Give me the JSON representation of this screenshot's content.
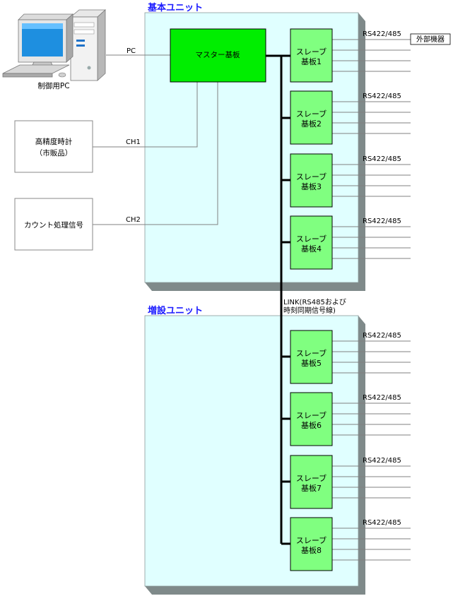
{
  "base_unit": {
    "title": "基本ユニット"
  },
  "ext_unit": {
    "title": "増設ユニット"
  },
  "pc": {
    "label": "制御用PC"
  },
  "clock": {
    "line1": "高精度時計",
    "line2": "（市販品）"
  },
  "counter": {
    "label": "カウント処理信号"
  },
  "master": {
    "label": "マスター基板"
  },
  "links": {
    "pc": "PC",
    "ch1": "CH1",
    "ch2": "CH2"
  },
  "link_bus": {
    "line1": "LINK(RS485および",
    "line2": "時刻同期信号線)"
  },
  "external": {
    "label": "外部機器"
  },
  "slaves": [
    {
      "line1": "スレーブ",
      "line2": "基板1",
      "port": "RS422/485"
    },
    {
      "line1": "スレーブ",
      "line2": "基板2",
      "port": "RS422/485"
    },
    {
      "line1": "スレーブ",
      "line2": "基板3",
      "port": "RS422/485"
    },
    {
      "line1": "スレーブ",
      "line2": "基板4",
      "port": "RS422/485"
    },
    {
      "line1": "スレーブ",
      "line2": "基板5",
      "port": "RS422/485"
    },
    {
      "line1": "スレーブ",
      "line2": "基板6",
      "port": "RS422/485"
    },
    {
      "line1": "スレーブ",
      "line2": "基板7",
      "port": "RS422/485"
    },
    {
      "line1": "スレーブ",
      "line2": "基板8",
      "port": "RS422/485"
    }
  ],
  "colors": {
    "unit_fill": "#e0ffff",
    "unit_shadow": "#7f8a8a",
    "master_fill": "#00ee00",
    "slave_fill": "#80ff80",
    "title": "#1a1aff",
    "line": "#808080"
  }
}
